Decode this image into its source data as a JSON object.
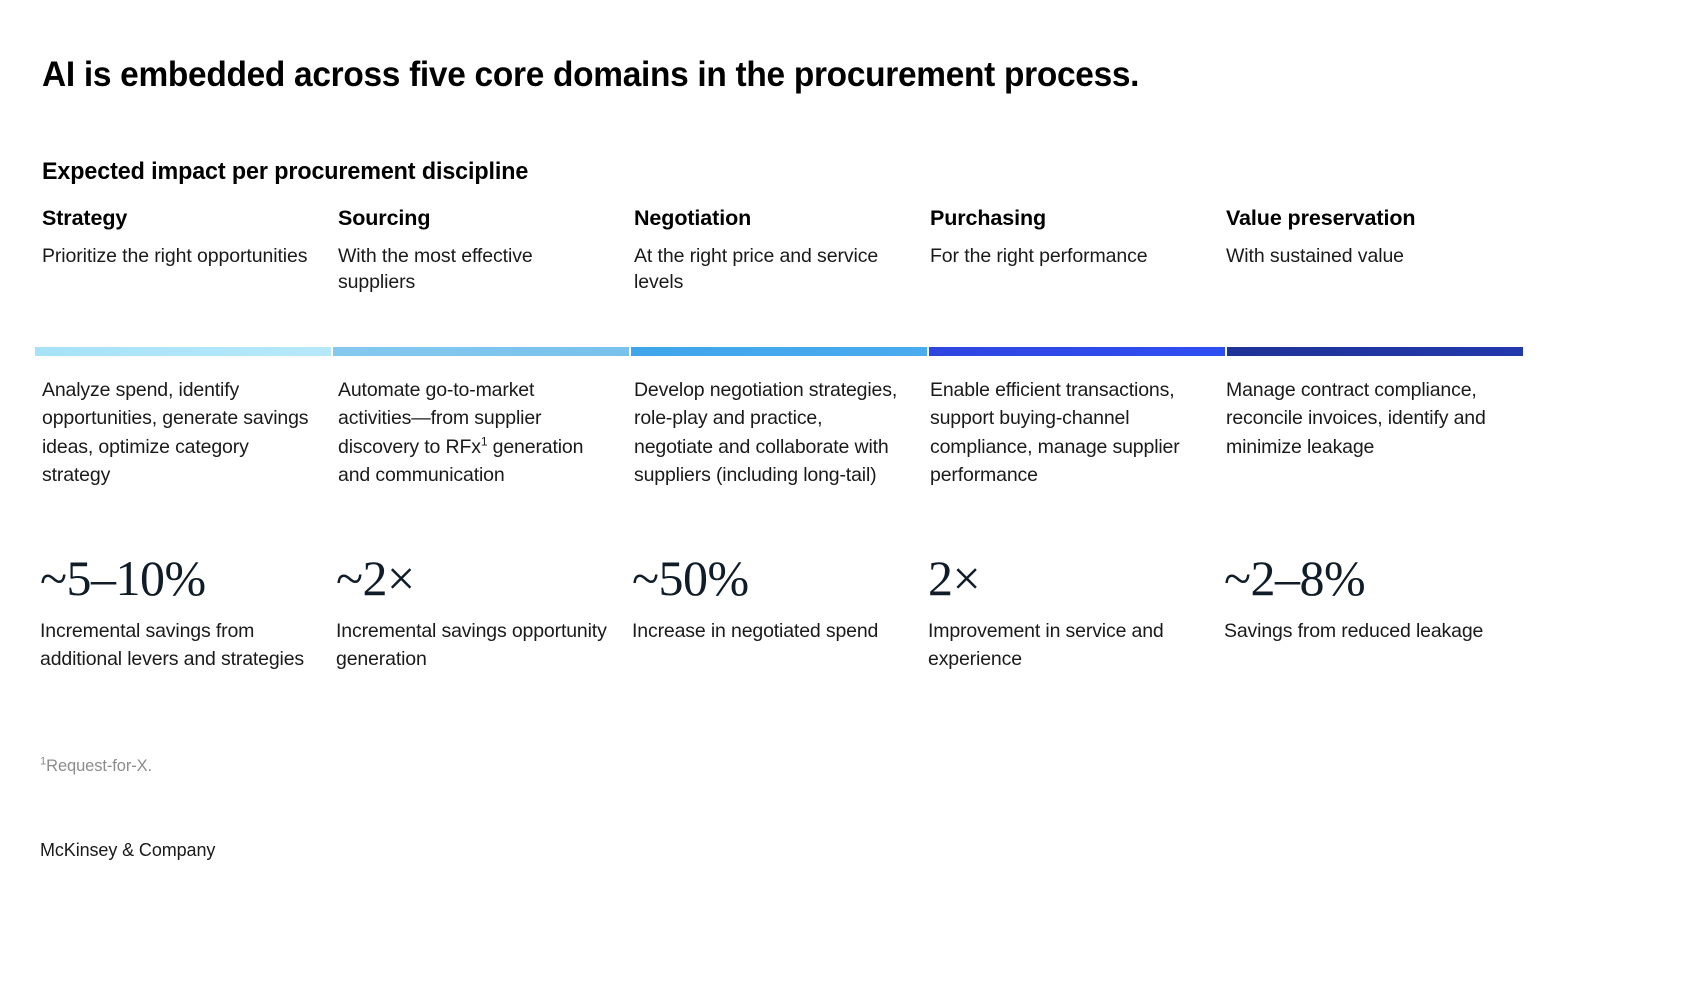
{
  "slide": {
    "title": "AI is embedded across five core domains in the procurement process.",
    "subtitle": "Expected impact per procurement discipline",
    "footnote_marker": "1",
    "footnote_text": "Request-for-X.",
    "footer": "McKinsey & Company",
    "background_color": "#ffffff"
  },
  "columns": [
    {
      "name": "strategy",
      "heading": "Strategy",
      "subheading": "Prioritize the right opportunities",
      "bar_color_start": "#a7e2f7",
      "bar_color_end": "#b6e8fa",
      "description_pre": "Analyze spend, identify opportunities, generate savings ideas, optimize category strategy",
      "description_sup": "",
      "description_post": "",
      "stat_value": "~5–10%",
      "stat_label": "Incremental savings from additional levers and strategies"
    },
    {
      "name": "sourcing",
      "heading": "Sourcing",
      "subheading": "With the most effective suppliers",
      "bar_color_start": "#84c8ee",
      "bar_color_end": "#79c2ec",
      "description_pre": "Automate go-to-market activities—from supplier discovery to RFx",
      "description_sup": "1",
      "description_post": " generation and communication",
      "stat_value": "~2×",
      "stat_label": "Incremental savings opportunity generation"
    },
    {
      "name": "negotiation",
      "heading": "Negotiation",
      "subheading": "At the right price and service levels",
      "bar_color_start": "#3fa5ea",
      "bar_color_end": "#4aabee",
      "description_pre": "Develop negotiation strategies, role-play and practice, negotiate and collaborate with suppliers (including long-tail)",
      "description_sup": "",
      "description_post": "",
      "stat_value": "~50%",
      "stat_label": "Increase in negotiated spend"
    },
    {
      "name": "purchasing",
      "heading": "Purchasing",
      "subheading": "For the right performance",
      "bar_color_start": "#2f45e0",
      "bar_color_end": "#2f4ef2",
      "description_pre": "Enable efficient transactions, support buying-channel compliance, manage supplier performance",
      "description_sup": "",
      "description_post": "",
      "stat_value": "2×",
      "stat_label": "Improvement in service and experience"
    },
    {
      "name": "value-preservation",
      "heading": "Value preservation",
      "subheading": "With sustained value",
      "bar_color_start": "#1f3296",
      "bar_color_end": "#2239ac",
      "description_pre": "Manage contract compliance, reconcile invoices, identify and minimize leakage",
      "description_sup": "",
      "description_post": "",
      "stat_value": "~2–8%",
      "stat_label": "Savings from reduced leakage"
    }
  ]
}
